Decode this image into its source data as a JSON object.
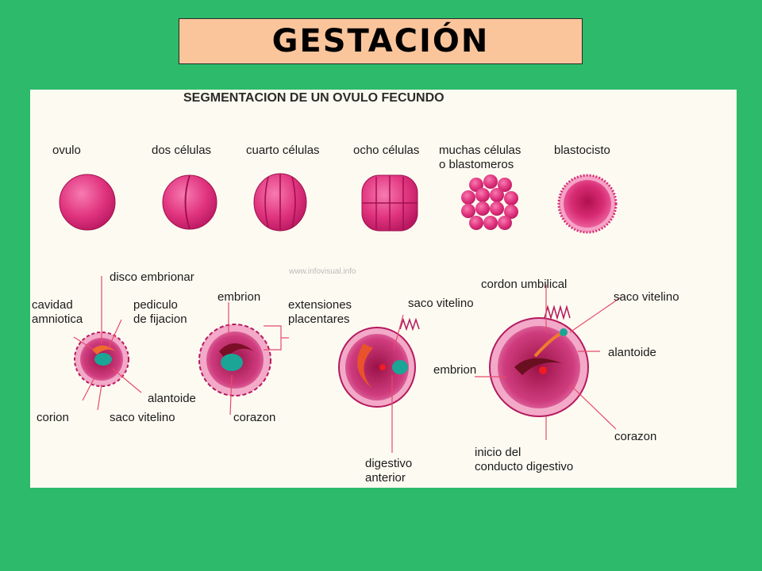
{
  "title": "GESTACIÓN",
  "diagram": {
    "heading": "SEGMENTACION DE UN OVULO FECUNDO",
    "watermark": "www.infovisual.info",
    "stages": [
      {
        "label": "ovulo"
      },
      {
        "label": "dos células"
      },
      {
        "label": "cuarto células"
      },
      {
        "label": "ocho células"
      },
      {
        "label": "muchas células",
        "label2": "o blastomeros"
      },
      {
        "label": "blastocisto"
      }
    ],
    "labels": {
      "disco_embrionar": "disco embrionar",
      "cavidad_amniotica_1": "cavidad",
      "cavidad_amniotica_2": "amniotica",
      "pediculo_1": "pediculo",
      "pediculo_2": "de fijacion",
      "embrion_1": "embrion",
      "extensiones_1": "extensiones",
      "extensiones_2": "placentares",
      "alantoide_1": "alantoide",
      "corion": "corion",
      "saco_vitelino_1": "saco vitelino",
      "corazon_1": "corazon",
      "saco_vitelino_2": "saco vitelino",
      "embrion_2": "embrion",
      "digestivo_1": "digestivo",
      "digestivo_2": "anterior",
      "cordon_umbilical": "cordon umbilical",
      "saco_vitelino_3": "saco vitelino",
      "alantoide_2": "alantoide",
      "corazon_2": "corazon",
      "inicio_1": "inicio del",
      "inicio_2": "conducto digestivo"
    }
  },
  "colors": {
    "background": "#2dba6a",
    "title_box": "#fbc59c",
    "panel": "#fdfbf1",
    "cell": "#e0337e",
    "line": "#e64a6a"
  }
}
